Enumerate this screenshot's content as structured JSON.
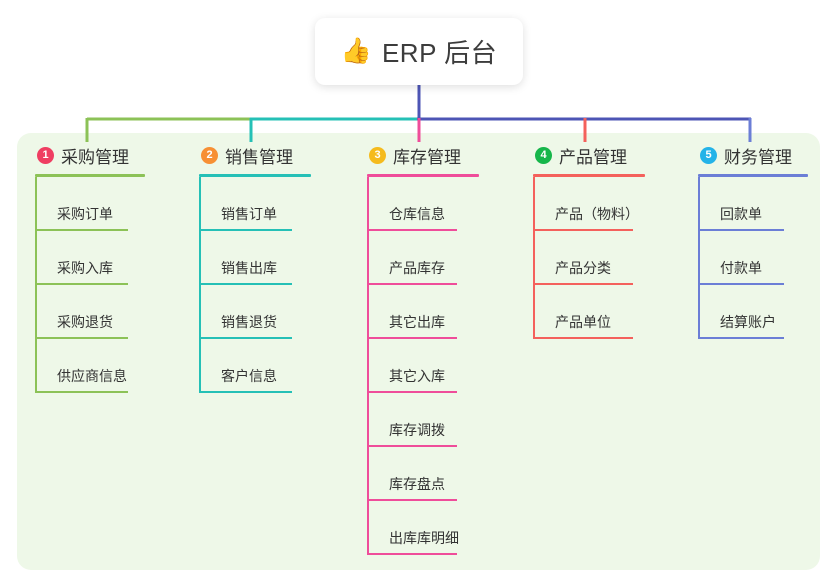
{
  "root": {
    "icon": "thumbs-up-icon",
    "icon_glyph": "👍",
    "label": "ERP 后台"
  },
  "panel": {
    "background_color": "#eef8e8"
  },
  "columns": [
    {
      "number": "1",
      "title": "采购管理",
      "badge_color": "#ef3e62",
      "line_color": "#8cc257",
      "items": [
        "采购订单",
        "采购入库",
        "采购退货",
        "供应商信息"
      ]
    },
    {
      "number": "2",
      "title": "销售管理",
      "badge_color": "#f79034",
      "line_color": "#25c0b6",
      "items": [
        "销售订单",
        "销售出库",
        "销售退货",
        "客户信息"
      ]
    },
    {
      "number": "3",
      "title": "库存管理",
      "badge_color": "#f5bb1d",
      "line_color": "#ef4d9a",
      "items": [
        "仓库信息",
        "产品库存",
        "其它出库",
        "其它入库",
        "库存调拨",
        "库存盘点",
        "出库库明细"
      ]
    },
    {
      "number": "4",
      "title": "产品管理",
      "badge_color": "#16b64a",
      "line_color": "#f4615c",
      "items": [
        "产品（物料）",
        "产品分类",
        "产品单位"
      ]
    },
    {
      "number": "5",
      "title": "财务管理",
      "badge_color": "#24b3e8",
      "line_color": "#6b7ed6",
      "items": [
        "回款单",
        "付款单",
        "结算账户"
      ]
    }
  ],
  "connectors": {
    "trunk_color": "#4d55b5",
    "bus_segments": [
      {
        "name": "bus-green",
        "color": "#8cc257"
      },
      {
        "name": "bus-teal",
        "color": "#25c0b6"
      },
      {
        "name": "bus-indigo",
        "color": "#4d55b5"
      }
    ],
    "drops": [
      {
        "name": "drop-purchasing",
        "color": "#8cc257"
      },
      {
        "name": "drop-sales",
        "color": "#25c0b6"
      },
      {
        "name": "drop-inventory",
        "color": "#ef4d9a"
      },
      {
        "name": "drop-product",
        "color": "#f4615c"
      },
      {
        "name": "drop-finance",
        "color": "#6b7ed6"
      }
    ]
  }
}
